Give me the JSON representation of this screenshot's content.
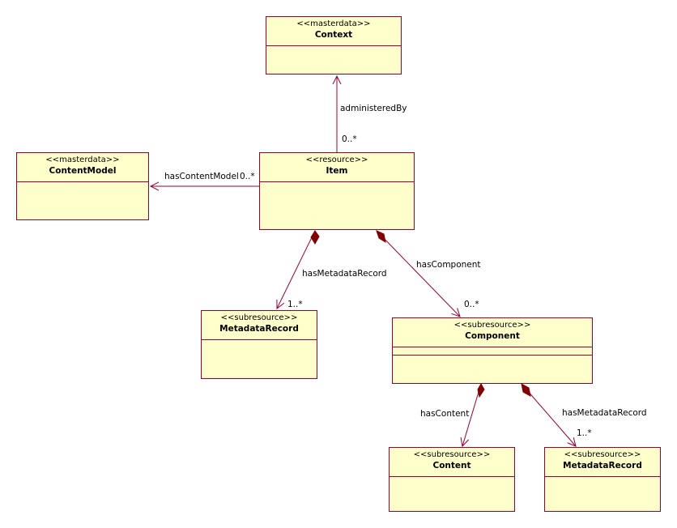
{
  "classes": {
    "context": {
      "stereotype": "<<masterdata>>",
      "name": "Context"
    },
    "contentmodel": {
      "stereotype": "<<masterdata>>",
      "name": "ContentModel"
    },
    "item": {
      "stereotype": "<<resource>>",
      "name": "Item"
    },
    "metadatarecord_item": {
      "stereotype": "<<subresource>>",
      "name": "MetadataRecord"
    },
    "component": {
      "stereotype": "<<subresource>>",
      "name": "Component"
    },
    "content": {
      "stereotype": "<<subresource>>",
      "name": "Content"
    },
    "metadatarecord_component": {
      "stereotype": "<<subresource>>",
      "name": "MetadataRecord"
    }
  },
  "associations": {
    "administered_by": {
      "label": "administeredBy",
      "multiplicity": "0..*"
    },
    "has_content_model": {
      "label": "hasContentModel",
      "multiplicity": "0..*"
    },
    "has_metadata_record": {
      "label": "hasMetadataRecord",
      "multiplicity": "1..*"
    },
    "has_component": {
      "label": "hasComponent",
      "multiplicity": "0..*"
    },
    "has_content": {
      "label": "hasContent"
    },
    "component_has_metadata_record": {
      "label": "hasMetadataRecord",
      "multiplicity": "1..*"
    }
  },
  "colors": {
    "fill": "#ffffcc",
    "border": "#990033",
    "line": "#990033"
  }
}
